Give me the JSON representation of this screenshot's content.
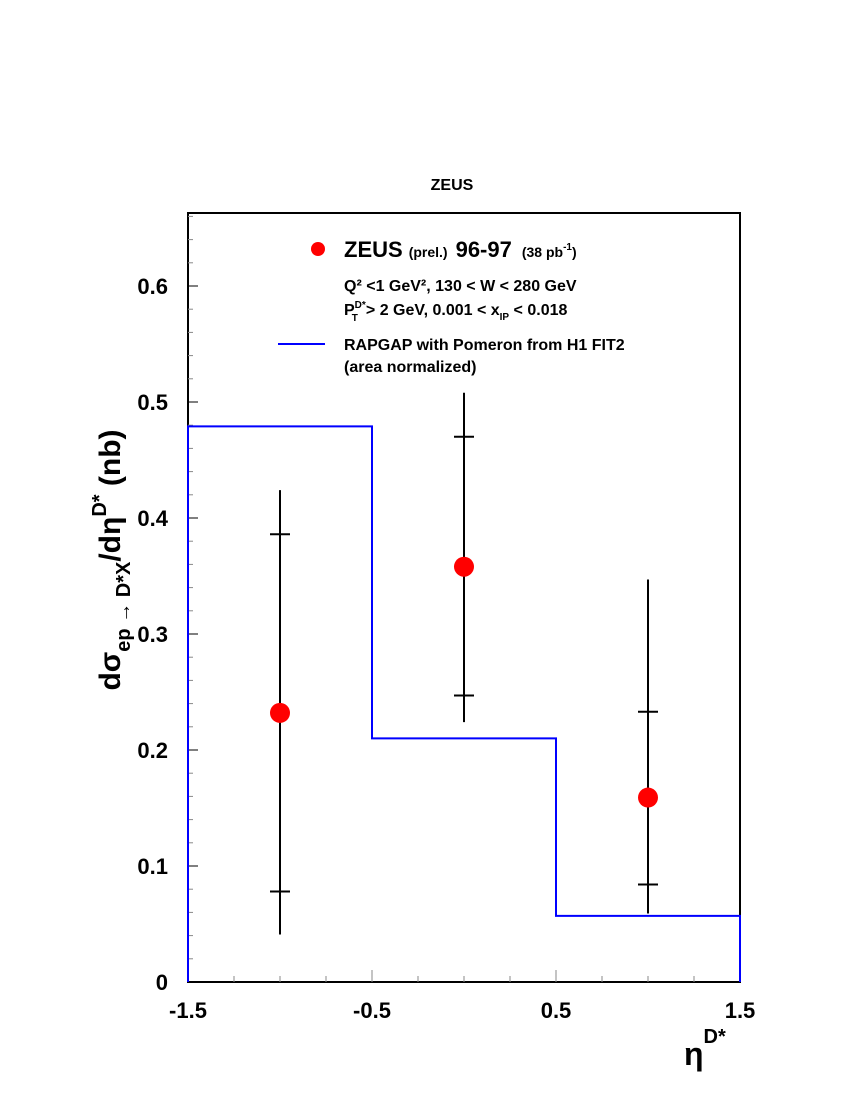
{
  "title": "ZEUS",
  "chart_data": {
    "type": "scatter",
    "title": "ZEUS",
    "xlabel": "η^{D*}",
    "ylabel": "dσ_{ep→D*X}/dη^{D*} (nb)",
    "xlim": [
      -1.5,
      1.5
    ],
    "ylim": [
      0,
      0.663
    ],
    "xticks": [
      "-1.5",
      "-0.5",
      "0.5",
      "1.5"
    ],
    "yticks": [
      "0",
      "0.1",
      "0.2",
      "0.3",
      "0.4",
      "0.5",
      "0.6"
    ],
    "grid": false,
    "legend_position": "upper right inside",
    "series": [
      {
        "name": "ZEUS (prel.) 96-97 (38 pb^-1)",
        "type": "scatter",
        "color": "#ff0000",
        "x": [
          -1.0,
          0.0,
          1.0
        ],
        "y": [
          0.232,
          0.358,
          0.159
        ],
        "stat_err_low": [
          0.078,
          0.247,
          0.084
        ],
        "stat_err_high": [
          0.386,
          0.47,
          0.233
        ],
        "total_err_low": [
          0.041,
          0.224,
          0.059
        ],
        "total_err_high": [
          0.424,
          0.508,
          0.347
        ]
      },
      {
        "name": "RAPGAP with Pomeron from H1 FIT2 (area normalized)",
        "type": "step",
        "color": "#0000ff",
        "bin_edges": [
          -1.5,
          -0.5,
          0.5,
          1.5
        ],
        "values": [
          0.479,
          0.21,
          0.057
        ]
      }
    ]
  },
  "legend": {
    "data_label_main": "ZEUS",
    "data_label_prel": "(prel.)",
    "data_label_years": "96-97",
    "data_label_lumi": "(38 pb",
    "cuts_line1": "Q² <1 GeV², 130 < W < 280 GeV",
    "cuts_line2": "P_T^{D*} > 2 GeV, 0.001 < x_IP < 0.018",
    "mc_line1": "RAPGAP with Pomeron from H1 FIT2",
    "mc_line2": "(area normalized)"
  }
}
